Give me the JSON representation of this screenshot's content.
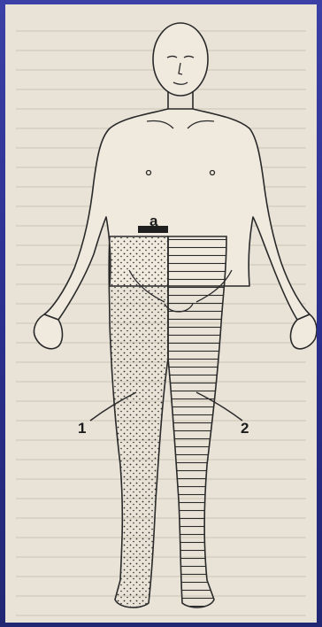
{
  "figure": {
    "labels": {
      "segment_marker": "a",
      "region_left": "1",
      "region_right": "2"
    },
    "colors": {
      "frame": "#2b2f8e",
      "paper": "#e9e3d7",
      "ink": "#2a2a2a"
    },
    "regions": [
      {
        "id": "1",
        "fill": "stippled"
      },
      {
        "id": "2",
        "fill": "horizontal-hatching"
      }
    ]
  }
}
